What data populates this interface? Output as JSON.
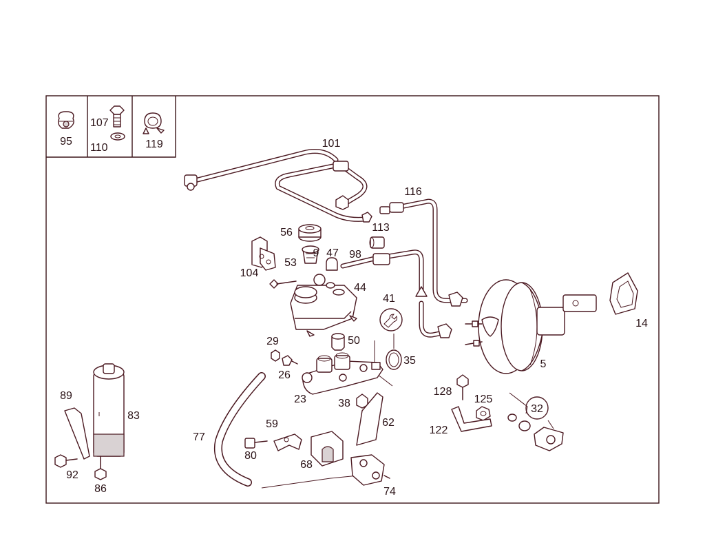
{
  "diagram": {
    "callouts": {
      "p95": "95",
      "p107": "107",
      "p110": "110",
      "p119": "119",
      "p101": "101",
      "p116": "116",
      "p113": "113",
      "p56": "56",
      "p9": "9",
      "p47": "47",
      "p98": "98",
      "p53": "53",
      "p104": "104",
      "p44": "44",
      "p41": "41",
      "p14": "14",
      "p29": "29",
      "p50": "50",
      "p35": "35",
      "p26": "26",
      "p5": "5",
      "p23": "23",
      "p38": "38",
      "p128": "128",
      "p125": "125",
      "p32": "32",
      "p89": "89",
      "p83": "83",
      "p59": "59",
      "p62": "62",
      "p122": "122",
      "p77": "77",
      "p80": "80",
      "p68": "68",
      "p92": "92",
      "p86": "86",
      "p74": "74"
    }
  },
  "colors": {
    "line": "#4a1820",
    "label": "#2a1216",
    "background": "#ffffff"
  },
  "icons": [
    "rubber-grommet-icon",
    "banjo-bolt-icon",
    "seal-washer-icon",
    "hose-clamp-icon"
  ]
}
